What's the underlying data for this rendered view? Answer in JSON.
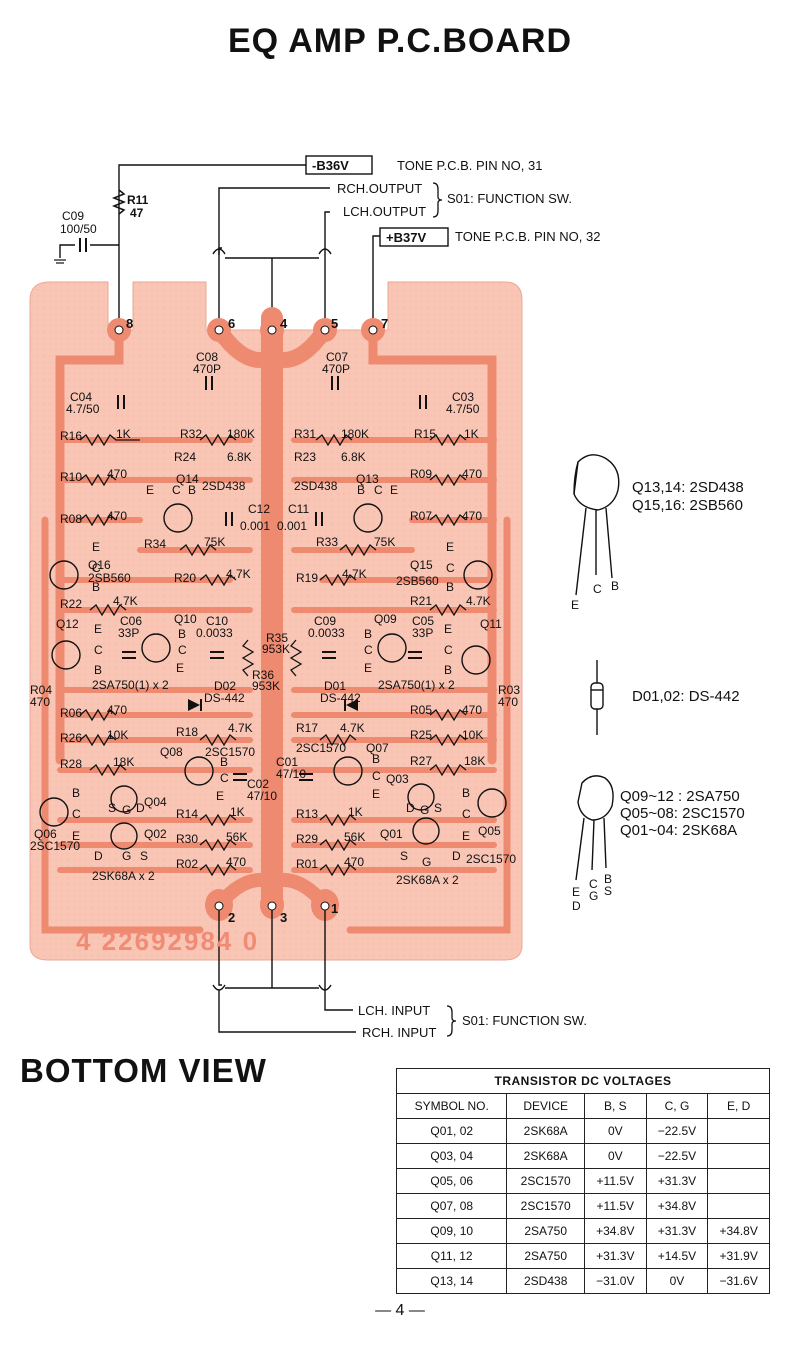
{
  "title": "EQ AMP P.C.BOARD",
  "bottom_view": "BOTTOM VIEW",
  "page_number": "— 4 —",
  "serial": "4 22692984 0",
  "colors": {
    "board": "#f9c6b6",
    "trace": "#ee8a70",
    "ink": "#111111"
  },
  "connections": {
    "b36": "-B36V",
    "tone31": "TONE  P.C.B.  PIN NO, 31",
    "rch_out": "RCH.OUTPUT",
    "lch_out": "LCH.OUTPUT",
    "s01_out": "S01: FUNCTION SW.",
    "b37": "+B37V",
    "tone32": "TONE P.C.B. PIN NO, 32",
    "lch_in": "LCH. INPUT",
    "rch_in": "RCH. INPUT",
    "s01_in": "S01: FUNCTION SW."
  },
  "pins": {
    "p1": "1",
    "p2": "2",
    "p3": "3",
    "p4": "4",
    "p5": "5",
    "p6": "6",
    "p7": "7",
    "p8": "8"
  },
  "external_parts": {
    "r11": "R11",
    "r11_val": "47",
    "c09": "C09",
    "c09_val": "100/50"
  },
  "board_labels": {
    "c08": "C08",
    "c08v": "470P",
    "c07": "C07",
    "c07v": "470P",
    "c04": "C04",
    "c04v": "4.7/50",
    "c03": "C03",
    "c03v": "4.7/50",
    "r16": "R16",
    "r16v": "1K",
    "r32": "R32",
    "r32v": "180K",
    "r31": "R31",
    "r31v": "180K",
    "r15": "R15",
    "r15v": "1K",
    "r24": "R24",
    "r24v": "6.8K",
    "r23": "R23",
    "r23v": "6.8K",
    "r10": "R10",
    "r10v": "470",
    "r09": "R09",
    "r09v": "470",
    "q14": "Q14",
    "q14t": "2SD438",
    "q13": "Q13",
    "q13t": "2SD438",
    "r08": "R08",
    "r08v": "470",
    "r07": "R07",
    "r07v": "470",
    "c12": "C12",
    "c12v": "0.001",
    "c11": "C11",
    "c11v": "0.001",
    "r34": "R34",
    "r34v": "75K",
    "r33": "R33",
    "r33v": "75K",
    "q16": "Q16",
    "q16t": "2SB560",
    "q15": "Q15",
    "q15t": "2SB560",
    "r20": "R20",
    "r20v": "4.7K",
    "r19": "R19",
    "r19v": "4.7K",
    "r22": "R22",
    "r22v": "4.7K",
    "r21": "R21",
    "r21v": "4.7K",
    "q12": "Q12",
    "q11": "Q11",
    "q10": "Q10",
    "q09": "Q09",
    "c06": "C06",
    "c06v": "33P",
    "c05": "C05",
    "c05v": "33P",
    "c10": "C10",
    "c10v": "0.0033",
    "c09b": "C09",
    "c09bv": "0.0033",
    "r35": "R35",
    "r35v": "953K",
    "r36": "R36",
    "r36v": "953K",
    "q_pair_l": "2SA750(1) x 2",
    "q_pair_r": "2SA750(1) x 2",
    "d02": "D02",
    "d02t": "DS-442",
    "d01": "D01",
    "d01t": "DS-442",
    "r04": "R04",
    "r04v": "470",
    "r03": "R03",
    "r03v": "470",
    "r06": "R06",
    "r06v": "470",
    "r05": "R05",
    "r05v": "470",
    "r18": "R18",
    "r18v": "4.7K",
    "r17": "R17",
    "r17v": "4.7K",
    "r26": "R26",
    "r26v": "10K",
    "r25": "R25",
    "r25v": "10K",
    "q08": "Q08",
    "q08t": "2SC1570",
    "q07": "Q07",
    "q07t": "2SC1570",
    "r28": "R28",
    "r28v": "18K",
    "r27": "R27",
    "r27v": "18K",
    "c02": "C02",
    "c02v": "47/10",
    "c01": "C01",
    "c01v": "47/10",
    "q04": "Q04",
    "q03": "Q03",
    "q02": "Q02",
    "q01": "Q01",
    "q06": "Q06",
    "q06t": "2SC1570",
    "q05": "Q05",
    "q05t": "2SC1570",
    "r14": "R14",
    "r14v": "1K",
    "r13": "R13",
    "r13v": "1K",
    "r30": "R30",
    "r30v": "56K",
    "r29": "R29",
    "r29v": "56K",
    "r02": "R02",
    "r02v": "470",
    "r01": "R01",
    "r01v": "470",
    "fet_pair_l": "2SK68A x 2",
    "fet_pair_r": "2SK68A x 2",
    "E": "E",
    "B": "B",
    "C": "C",
    "S": "S",
    "G": "G",
    "D": "D"
  },
  "legend": {
    "to92_line1": "Q13,14: 2SD438",
    "to92_line2": "Q15,16: 2SB560",
    "to92_pins": [
      "E",
      "C",
      "B"
    ],
    "diode": "D01,02:  DS-442",
    "small_line1": "Q09~12 : 2SA750",
    "small_line2": "Q05~08: 2SC1570",
    "small_line3": "Q01~04: 2SK68A",
    "small_pins_top": [
      "E",
      "C",
      "B"
    ],
    "small_pins_bot": [
      "D",
      "G",
      "S"
    ]
  },
  "voltage_table": {
    "caption": "TRANSISTOR  DC  VOLTAGES",
    "headers": [
      "SYMBOL NO.",
      "DEVICE",
      "B, S",
      "C, G",
      "E, D"
    ],
    "rows": [
      [
        "Q01, 02",
        "2SK68A",
        "0V",
        "−22.5V",
        ""
      ],
      [
        "Q03, 04",
        "2SK68A",
        "0V",
        "−22.5V",
        ""
      ],
      [
        "Q05, 06",
        "2SC1570",
        "+11.5V",
        "+31.3V",
        ""
      ],
      [
        "Q07, 08",
        "2SC1570",
        "+11.5V",
        "+34.8V",
        ""
      ],
      [
        "Q09, 10",
        "2SA750",
        "+34.8V",
        "+31.3V",
        "+34.8V"
      ],
      [
        "Q11, 12",
        "2SA750",
        "+31.3V",
        "+14.5V",
        "+31.9V"
      ],
      [
        "Q13, 14",
        "2SD438",
        "−31.0V",
        "0V",
        "−31.6V"
      ]
    ]
  }
}
